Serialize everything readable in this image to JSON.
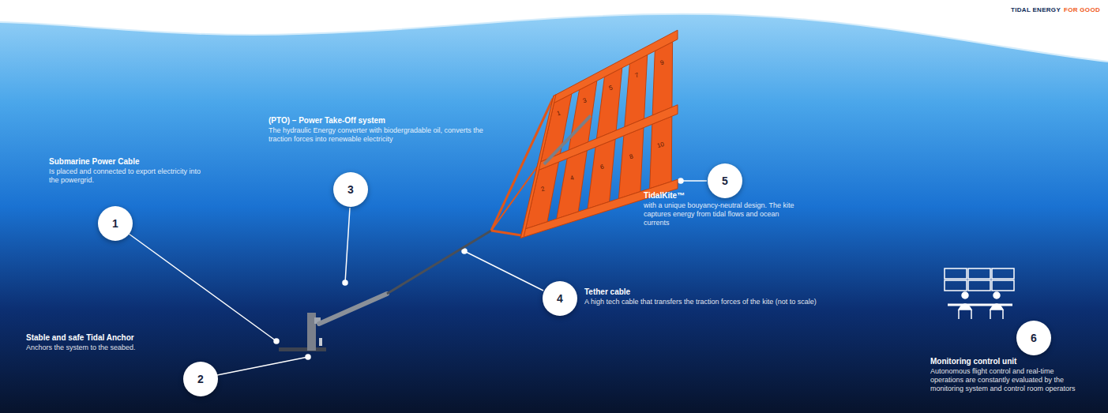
{
  "diagram": {
    "nodes": [
      {
        "text": [
          "1"
        ]
      },
      {
        "text": [
          "2"
        ]
      },
      {
        "text": [
          "3"
        ]
      },
      {
        "text": [
          "4"
        ]
      },
      {
        "text": [
          "5"
        ]
      },
      {
        "text": [
          "6"
        ]
      }
    ],
    "labels": [
      "Submarine Power Cable",
      "Is placed and connected to export electricity into the powergrid.",
      "(PTO) – Power Take-Off system",
      "The hydraulic Energy converter with biodergradable oil, converts the traction forces into renewable electricity",
      "TidalKite™",
      "with a unique bouyancy-neutral design. The kite captures energy from tidal flows and ocean currents",
      "Tether cable",
      "A high tech cable that transfers the traction forces of the kite (not to scale)",
      "Stable and safe Tidal Anchor",
      "Anchors the system to the seabed.",
      "Monitoring control unit",
      "Autonomous flight control and real-time operations are constantly evaluated by the monitoring system and control room operators",
      "TIDAL ENERGY",
      "FOR GOOD",
      "1",
      "2",
      "3",
      "4",
      "5",
      "6",
      "7",
      "8",
      "9",
      "10"
    ]
  }
}
